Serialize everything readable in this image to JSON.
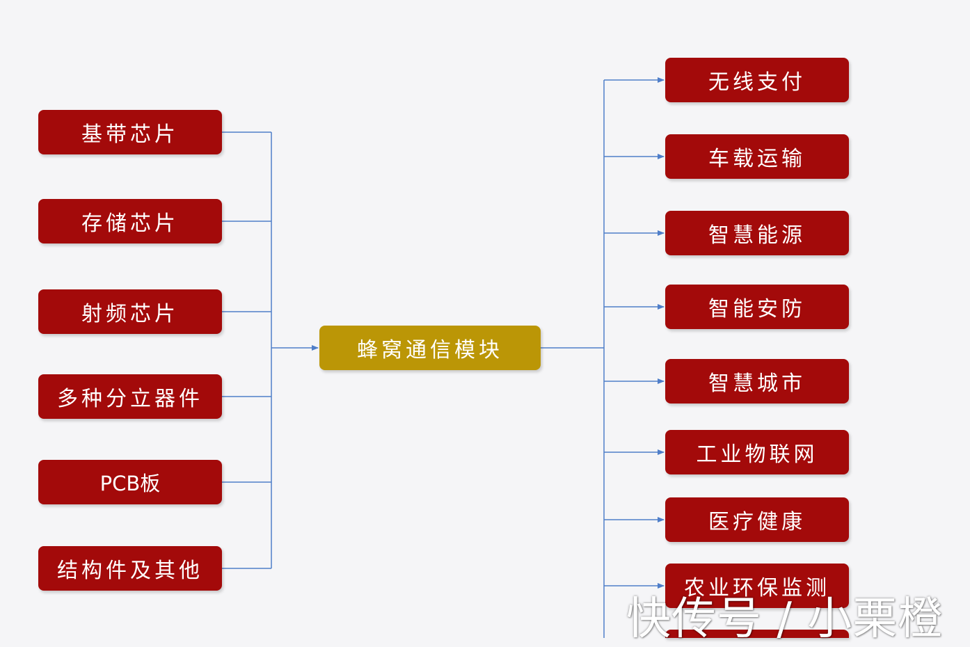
{
  "center": {
    "label": "蜂窝通信模块",
    "color": "#bb9606"
  },
  "inputs": [
    {
      "label": "基带芯片"
    },
    {
      "label": "存储芯片"
    },
    {
      "label": "射频芯片"
    },
    {
      "label": "多种分立器件"
    },
    {
      "label": "PCB板"
    },
    {
      "label": "结构件及其他"
    }
  ],
  "outputs": [
    {
      "label": "无线支付"
    },
    {
      "label": "车载运输"
    },
    {
      "label": "智慧能源"
    },
    {
      "label": "智能安防"
    },
    {
      "label": "智慧城市"
    },
    {
      "label": "工业物联网"
    },
    {
      "label": "医疗健康"
    },
    {
      "label": "农业环保监测"
    },
    {
      "label": ""
    }
  ],
  "colors": {
    "box": "#a30a0a",
    "line": "#4f7ec9",
    "background": "#f5f5f7"
  },
  "watermark": "快传号 / 小栗橙"
}
